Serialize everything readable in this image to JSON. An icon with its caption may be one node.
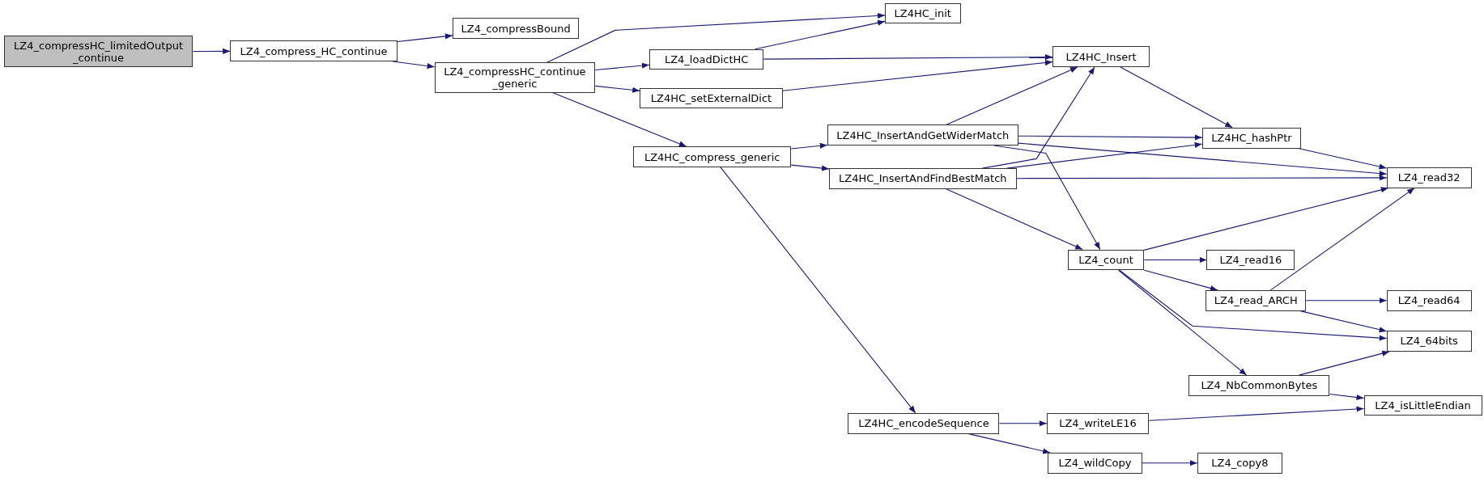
{
  "diagram": {
    "nodes": [
      {
        "text": [
          "LZ4_compressHC_limitedOutput _continue"
        ]
      },
      {
        "text": [
          "LZ4_compress_HC_continue"
        ]
      },
      {
        "text": [
          "LZ4_compressBound"
        ]
      },
      {
        "text": [
          "LZ4_compressHC_continue _generic"
        ]
      },
      {
        "text": [
          "LZ4HC_init"
        ]
      },
      {
        "text": [
          "LZ4_loadDictHC"
        ]
      },
      {
        "text": [
          "LZ4HC_Insert"
        ]
      },
      {
        "text": [
          "LZ4HC_setExternalDict"
        ]
      },
      {
        "text": [
          "LZ4HC_compress_generic"
        ]
      },
      {
        "text": [
          "LZ4HC_InsertAndGetWiderMatch"
        ]
      },
      {
        "text": [
          "LZ4HC_InsertAndFindBestMatch"
        ]
      },
      {
        "text": [
          "LZ4HC_hashPtr"
        ]
      },
      {
        "text": [
          "LZ4_read32"
        ]
      },
      {
        "text": [
          "LZ4_count"
        ]
      },
      {
        "text": [
          "LZ4_read16"
        ]
      },
      {
        "text": [
          "LZ4_read_ARCH"
        ]
      },
      {
        "text": [
          "LZ4_read64"
        ]
      },
      {
        "text": [
          "LZ4_64bits"
        ]
      },
      {
        "text": [
          "LZ4_NbCommonBytes"
        ]
      },
      {
        "text": [
          "LZ4_isLittleEndian"
        ]
      },
      {
        "text": [
          "LZ4HC_encodeSequence"
        ]
      },
      {
        "text": [
          "LZ4_writeLE16"
        ]
      },
      {
        "text": [
          "LZ4_wildCopy"
        ]
      },
      {
        "text": [
          "LZ4_copy8"
        ]
      }
    ],
    "edges": [
      {
        "from": 0,
        "to": 1,
        "arrow": "to"
      },
      {
        "from": 1,
        "to": 2,
        "arrow": "to"
      },
      {
        "from": 1,
        "to": 3,
        "arrow": "to"
      },
      {
        "from": 3,
        "to": 4,
        "arrow": "to"
      },
      {
        "from": 3,
        "to": 5,
        "arrow": "to"
      },
      {
        "from": 3,
        "to": 7,
        "arrow": "to"
      },
      {
        "from": 3,
        "to": 8,
        "arrow": "to"
      },
      {
        "from": 5,
        "to": 4,
        "arrow": "to"
      },
      {
        "from": 5,
        "to": 6,
        "arrow": "to"
      },
      {
        "from": 7,
        "to": 6,
        "arrow": "to"
      },
      {
        "from": 8,
        "to": 9,
        "arrow": "to"
      },
      {
        "from": 8,
        "to": 10,
        "arrow": "to"
      },
      {
        "from": 9,
        "to": 6,
        "arrow": "to"
      },
      {
        "from": 9,
        "to": 11,
        "arrow": "to"
      },
      {
        "from": 9,
        "to": 12,
        "arrow": "to"
      },
      {
        "from": 9,
        "to": 13,
        "arrow": "to"
      },
      {
        "from": 10,
        "to": 6,
        "arrow": "to"
      },
      {
        "from": 10,
        "to": 11,
        "arrow": "to"
      },
      {
        "from": 10,
        "to": 12,
        "arrow": "to"
      },
      {
        "from": 10,
        "to": 13,
        "arrow": "to"
      },
      {
        "from": 6,
        "to": 11,
        "arrow": "to"
      },
      {
        "from": 11,
        "to": 12,
        "arrow": "to"
      },
      {
        "from": 13,
        "to": 12,
        "arrow": "to"
      },
      {
        "from": 13,
        "to": 14,
        "arrow": "to"
      },
      {
        "from": 13,
        "to": 15,
        "arrow": "to"
      },
      {
        "from": 13,
        "to": 17,
        "arrow": "to"
      },
      {
        "from": 13,
        "to": 18,
        "arrow": "to"
      },
      {
        "from": 15,
        "to": 12,
        "arrow": "to"
      },
      {
        "from": 15,
        "to": 16,
        "arrow": "to"
      },
      {
        "from": 15,
        "to": 17,
        "arrow": "to"
      },
      {
        "from": 18,
        "to": 17,
        "arrow": "to"
      },
      {
        "from": 18,
        "to": 19,
        "arrow": "to"
      },
      {
        "from": 8,
        "to": 20,
        "arrow": "to"
      },
      {
        "from": 20,
        "to": 21,
        "arrow": "to"
      },
      {
        "from": 20,
        "to": 22,
        "arrow": "to"
      },
      {
        "from": 21,
        "to": 19,
        "arrow": "to"
      },
      {
        "from": 22,
        "to": 23,
        "arrow": "to"
      }
    ]
  }
}
